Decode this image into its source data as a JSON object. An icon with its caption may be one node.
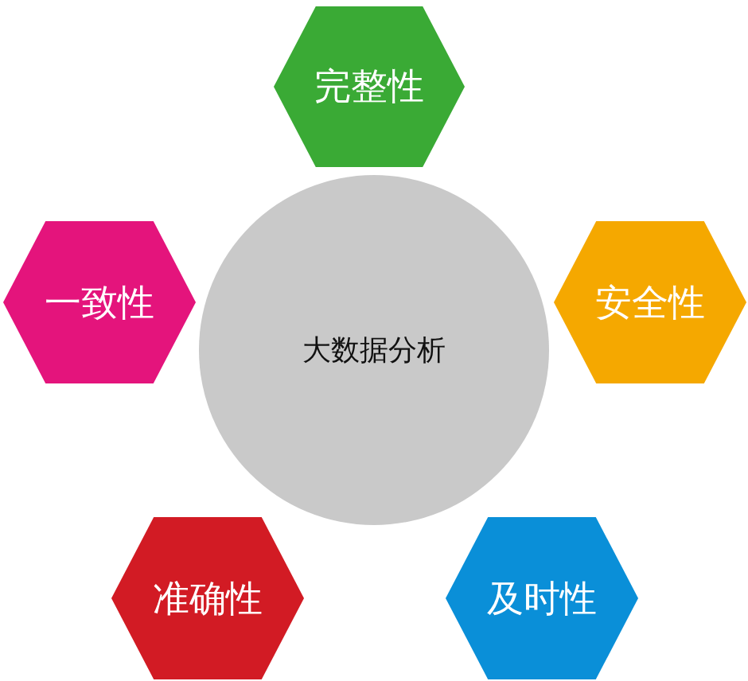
{
  "diagram": {
    "nodes": [
      {
        "text": [
          "完整性"
        ]
      },
      {
        "text": [
          "一致性"
        ]
      },
      {
        "text": [
          "安全性"
        ]
      },
      {
        "text": [
          "大数据分析"
        ]
      },
      {
        "text": [
          "准确性"
        ]
      },
      {
        "text": [
          "及时性"
        ]
      }
    ]
  }
}
